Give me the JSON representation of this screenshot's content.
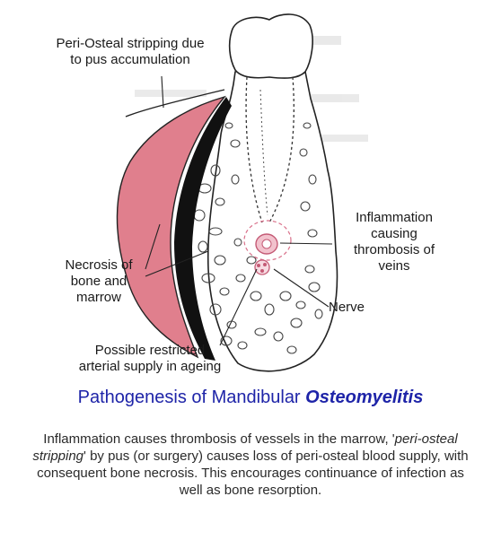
{
  "labels": {
    "periosteal_stripping": [
      "Peri-Osteal stripping due",
      "to pus accumulation"
    ],
    "inflammation": [
      "Inflammation",
      "causing",
      "thrombosis of",
      "veins"
    ],
    "necrosis": [
      "Necrosis of",
      "bone and",
      "marrow"
    ],
    "nerve": "Nerve",
    "arterial_supply": [
      "Possible restricted",
      "arterial supply in ageing"
    ]
  },
  "title": {
    "prefix": "Pathogenesis of Mandibular ",
    "emphasis": "Osteomyelitis"
  },
  "caption": {
    "part1": "Inflammation causes thrombosis of vessels in the marrow, '",
    "part2_italic": "peri-osteal stripping",
    "part3": "' by pus (or surgery) causes loss of peri-osteal blood supply, with consequent bone necrosis. This encourages continuance of infection as well as bone resorption."
  },
  "colors": {
    "periosteum_pink": "#e07f8d",
    "necrosis_black": "#111111",
    "title_blue": "#1e24a8",
    "inflammation_red": "#d9708a"
  }
}
